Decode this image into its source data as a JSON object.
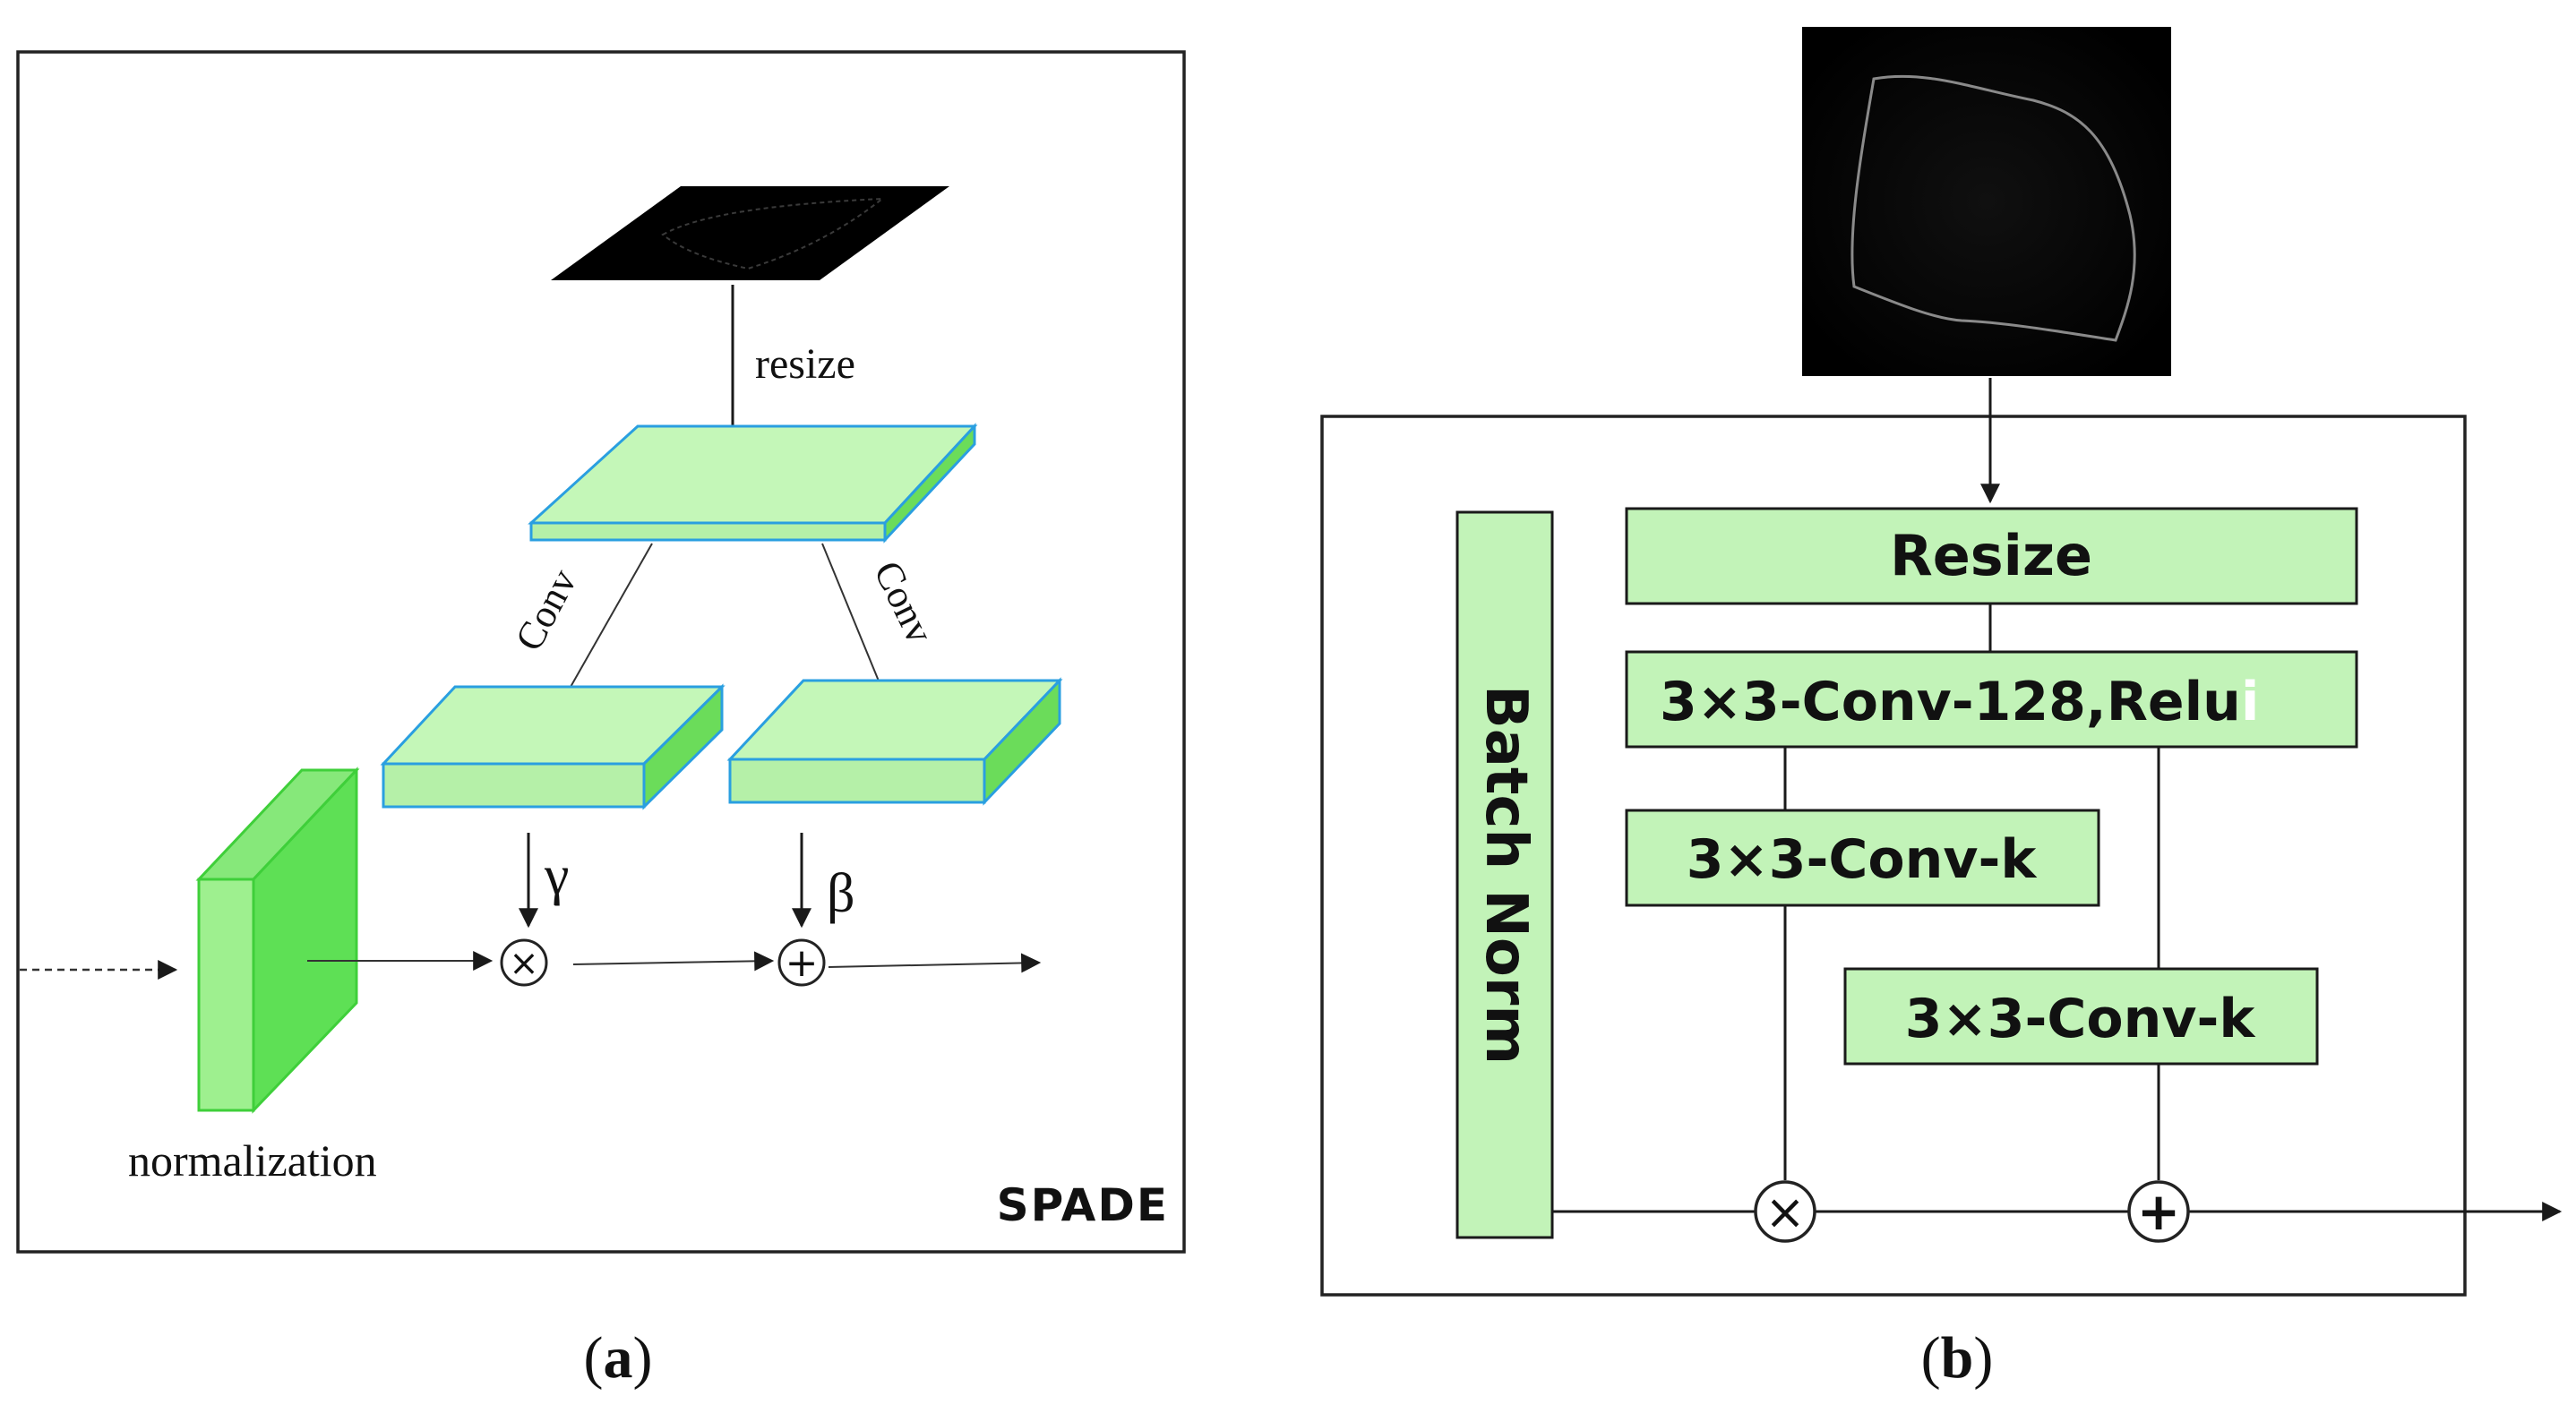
{
  "panel_a": {
    "resize_label": "resize",
    "conv_left_label": "Conv",
    "conv_right_label": "Conv",
    "gamma_label": "γ",
    "beta_label": "β",
    "normalization_label": "normalization",
    "spade_label": "SPADE",
    "multiply_symbol": "×",
    "add_symbol": "+",
    "caption": "(a)"
  },
  "panel_b": {
    "resize_box": "Resize",
    "conv128_box": "3×3-Conv-128,Relu",
    "conv128_suffix": "i",
    "conv_k_gamma_box": "3×3-Conv-k",
    "conv_k_beta_box": "3×3-Conv-k",
    "batch_norm_box": "Batch Norm",
    "multiply_symbol": "×",
    "add_symbol": "+",
    "caption": "(b)"
  },
  "colors": {
    "box_fill": "#c2f3b8",
    "block_face": "#c4f7b8",
    "block_side": "#6bdc5a",
    "block_edge": "#2a9fe0",
    "norm_front": "#9ef08f",
    "norm_side": "#5ee055"
  }
}
